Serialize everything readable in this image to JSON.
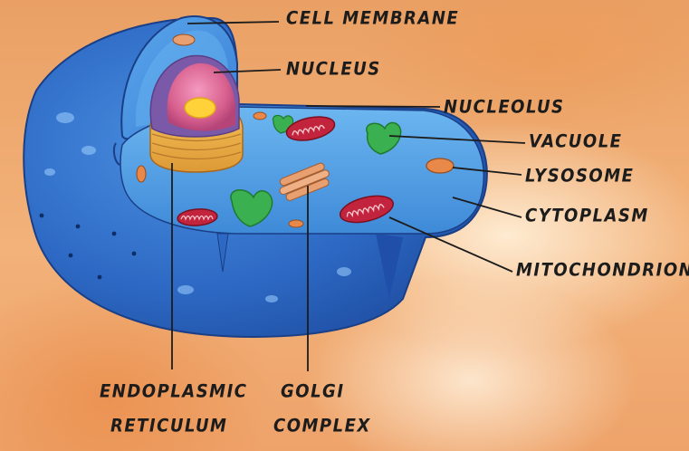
{
  "labels": {
    "cell_membrane": "CELL MEMBRANE",
    "nucleus": "NUCLEUS",
    "nucleolus": "NUCLEOLUS",
    "vacuole": "VACUOLE",
    "lysosome": "LYSOSOME",
    "cytoplasm": "CYTOPLASM",
    "mitochondrion": "MITOCHONDRION",
    "endoplasmic_reticulum": [
      "ENDOPLASMIC",
      "RETICULUM"
    ],
    "golgi_complex": [
      "GOLGI",
      "COMPLEX"
    ]
  },
  "colors": {
    "cell_blue": "#2f6fc9",
    "cell_dark_blue": "#1f4fa8",
    "cell_light_blue": "#6fb0ec",
    "nucleus_pink": "#e06a98",
    "nucleus_purple": "#7a5aa8",
    "nucleolus_yellow": "#ffd23a",
    "vacuole_green": "#3bb050",
    "organelle_orange": "#e8894a",
    "label_ink": "#1c1c1c"
  }
}
